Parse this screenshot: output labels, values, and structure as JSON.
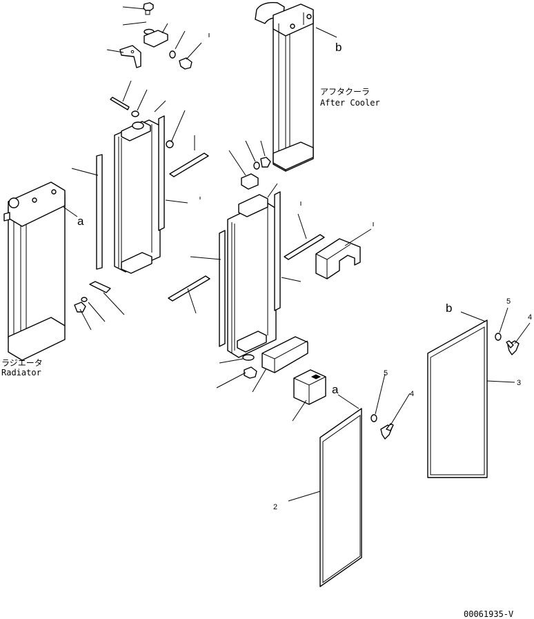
{
  "labels": {
    "after_cooler_jp": "アフタクーラ",
    "after_cooler_en": "After Cooler",
    "radiator_jp": "ラジエータ",
    "radiator_en": "Radiator"
  },
  "callouts": {
    "a_radiator": "a",
    "b_aftercooler": "b",
    "a_screen": "a",
    "b_screen": "b",
    "part_5_upper": "5",
    "part_4_upper": "4",
    "part_3": "3",
    "part_5_lower": "5",
    "part_4_lower": "4",
    "part_2": "2"
  },
  "drawing_code": "00061935-V"
}
